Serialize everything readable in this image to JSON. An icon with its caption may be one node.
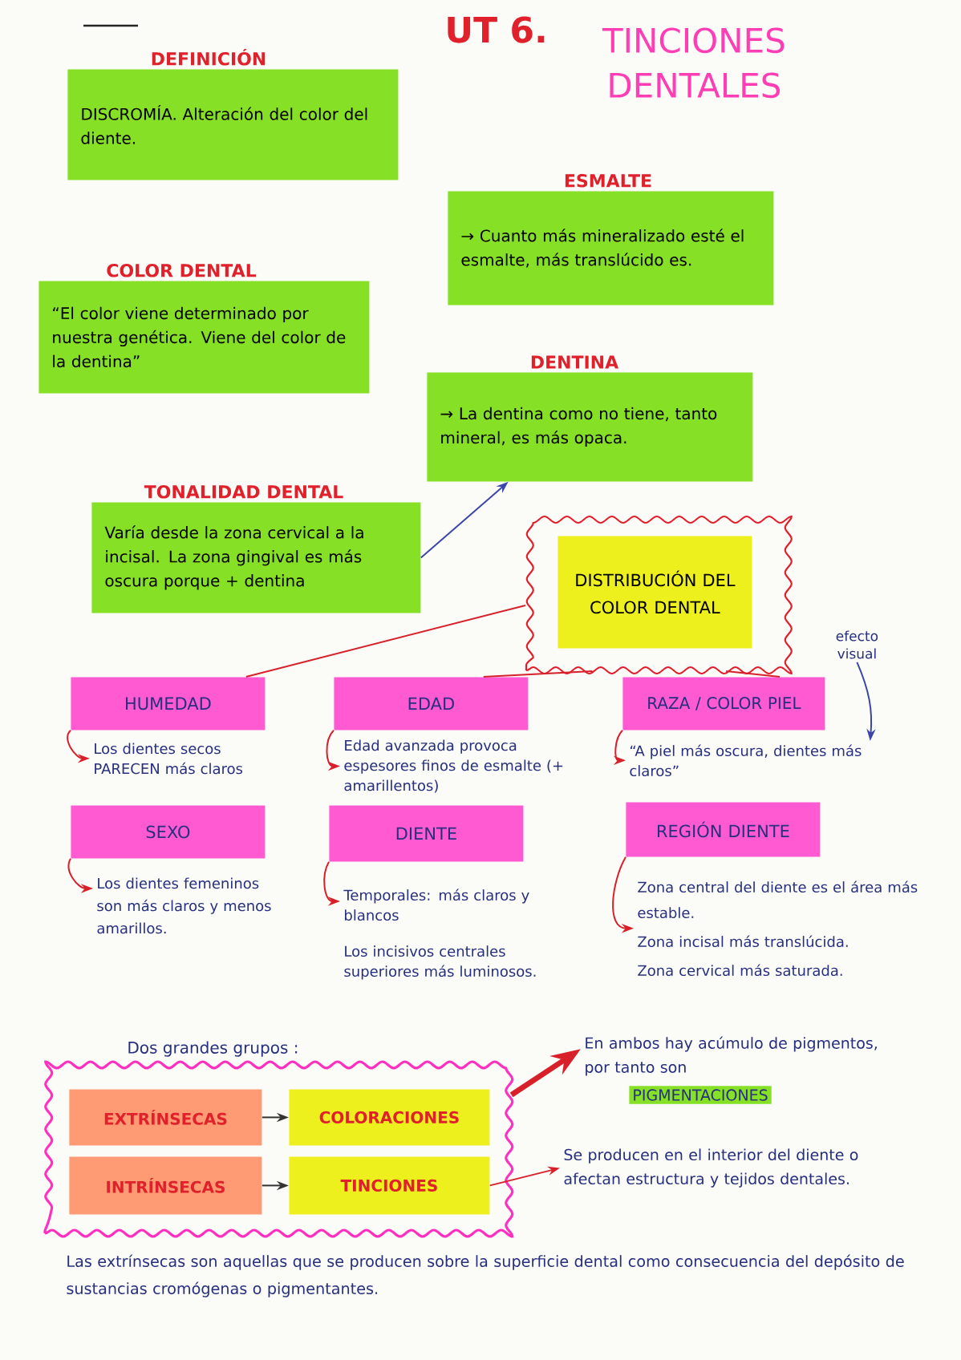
{
  "diagram": {
    "title": "TINCIONES DENTALES",
    "nodes": [
      {
        "text": [
          "DEFINICIÓN",
          "DISCROMÍA. Alteración del color del diente."
        ]
      },
      {
        "text": [
          "ESMALTE",
          "→ Cuanto más mineralizado esté el esmalte, más translúcido es."
        ]
      },
      {
        "text": [
          "COLOR DENTAL",
          "“El color viene determinado por nuestra genética. Viene del color de la dentina”"
        ]
      },
      {
        "text": [
          "DENTINA",
          "→ La dentina como no tiene, tanto mineral, es más opaca."
        ]
      },
      {
        "text": [
          "TONALIDAD DENTAL",
          "Varía desde la zona cervical a la incisal. La zona gingival es más oscura porque + dentina"
        ]
      },
      {
        "text": [],
        "shape": "cloud"
      },
      {
        "text": [
          "DISTRIBUCIÓN DEL COLOR DENTAL"
        ],
        "in": 5
      },
      {
        "text": [
          "efecto visual"
        ]
      },
      {
        "text": [
          "HUMEDAD"
        ]
      },
      {
        "text": [
          "EDAD"
        ]
      },
      {
        "text": [
          "RAZA / COLOR PIEL"
        ]
      },
      {
        "text": [
          "Los dientes secos PARECEN más claros"
        ]
      },
      {
        "text": [
          "Edad avanzada provoca espesores finos de esmalte (+ amarillentos)"
        ]
      },
      {
        "text": [
          "“A piel más oscura, dientes más claros”"
        ]
      },
      {
        "text": [
          "SEXO"
        ]
      },
      {
        "text": [
          "DIENTE"
        ]
      },
      {
        "text": [
          "REGIÓN DIENTE"
        ]
      },
      {
        "text": [
          "Los dientes femeninos son más claros y menos amarillos."
        ]
      },
      {
        "text": [
          "Temporales: más claros y blancos",
          "Los incisivos centrales superiores más luminosos."
        ]
      },
      {
        "text": [
          "Zona central del diente es el área más estable.",
          "Zona incisal más translúcida.",
          "Zona cervical más saturada."
        ]
      },
      {
        "text": [],
        "shape": "cloud"
      },
      {
        "text": [
          "EXTRÍNSECAS"
        ],
        "in": 20
      },
      {
        "text": [
          "COLORACIONES"
        ],
        "in": 20
      },
      {
        "text": [
          "INTRÍNSECAS"
        ],
        "in": 20
      },
      {
        "text": [
          "TINCIONES"
        ],
        "in": 20
      },
      {
        "text": [
          "En ambos hay acúmulo de pigmentos, por tanto son",
          "PIGMENTACIONES"
        ]
      },
      {
        "text": [
          "Se producen en el interior del diente o afectan estructura y tejidos dentales."
        ]
      }
    ],
    "edges": [
      {
        "from": 4,
        "to": 3,
        "arrow": "to",
        "color": "#3a46a8"
      },
      {
        "from": 5,
        "to": 8,
        "arrow": "none"
      },
      {
        "from": 5,
        "to": 9,
        "arrow": "none"
      },
      {
        "from": 5,
        "to": 10,
        "arrow": "none"
      },
      {
        "from": 7,
        "to": 13,
        "arrow": "to",
        "color": "#3a46a8"
      },
      {
        "from": 8,
        "to": 11,
        "arrow": "to"
      },
      {
        "from": 9,
        "to": 12,
        "arrow": "to"
      },
      {
        "from": 10,
        "to": 13,
        "arrow": "to"
      },
      {
        "from": 14,
        "to": 17,
        "arrow": "to"
      },
      {
        "from": 15,
        "to": 18,
        "arrow": "to"
      },
      {
        "from": 16,
        "to": 19,
        "arrow": "to"
      },
      {
        "from": 21,
        "to": 22,
        "arrow": "to",
        "color": "#333333"
      },
      {
        "from": 23,
        "to": 24,
        "arrow": "to",
        "color": "#333333"
      },
      {
        "from": 20,
        "to": 25,
        "arrow": "to",
        "style": "thick"
      },
      {
        "from": 24,
        "to": 26,
        "arrow": "to"
      }
    ],
    "labels": [
      "UT 6.",
      "Dos grandes grupos :",
      "Las extrínsecas son aquellas que se producen sobre la superficie dental como consecuencia del depósito de sustancias cromógenas o pigmentantes."
    ]
  }
}
